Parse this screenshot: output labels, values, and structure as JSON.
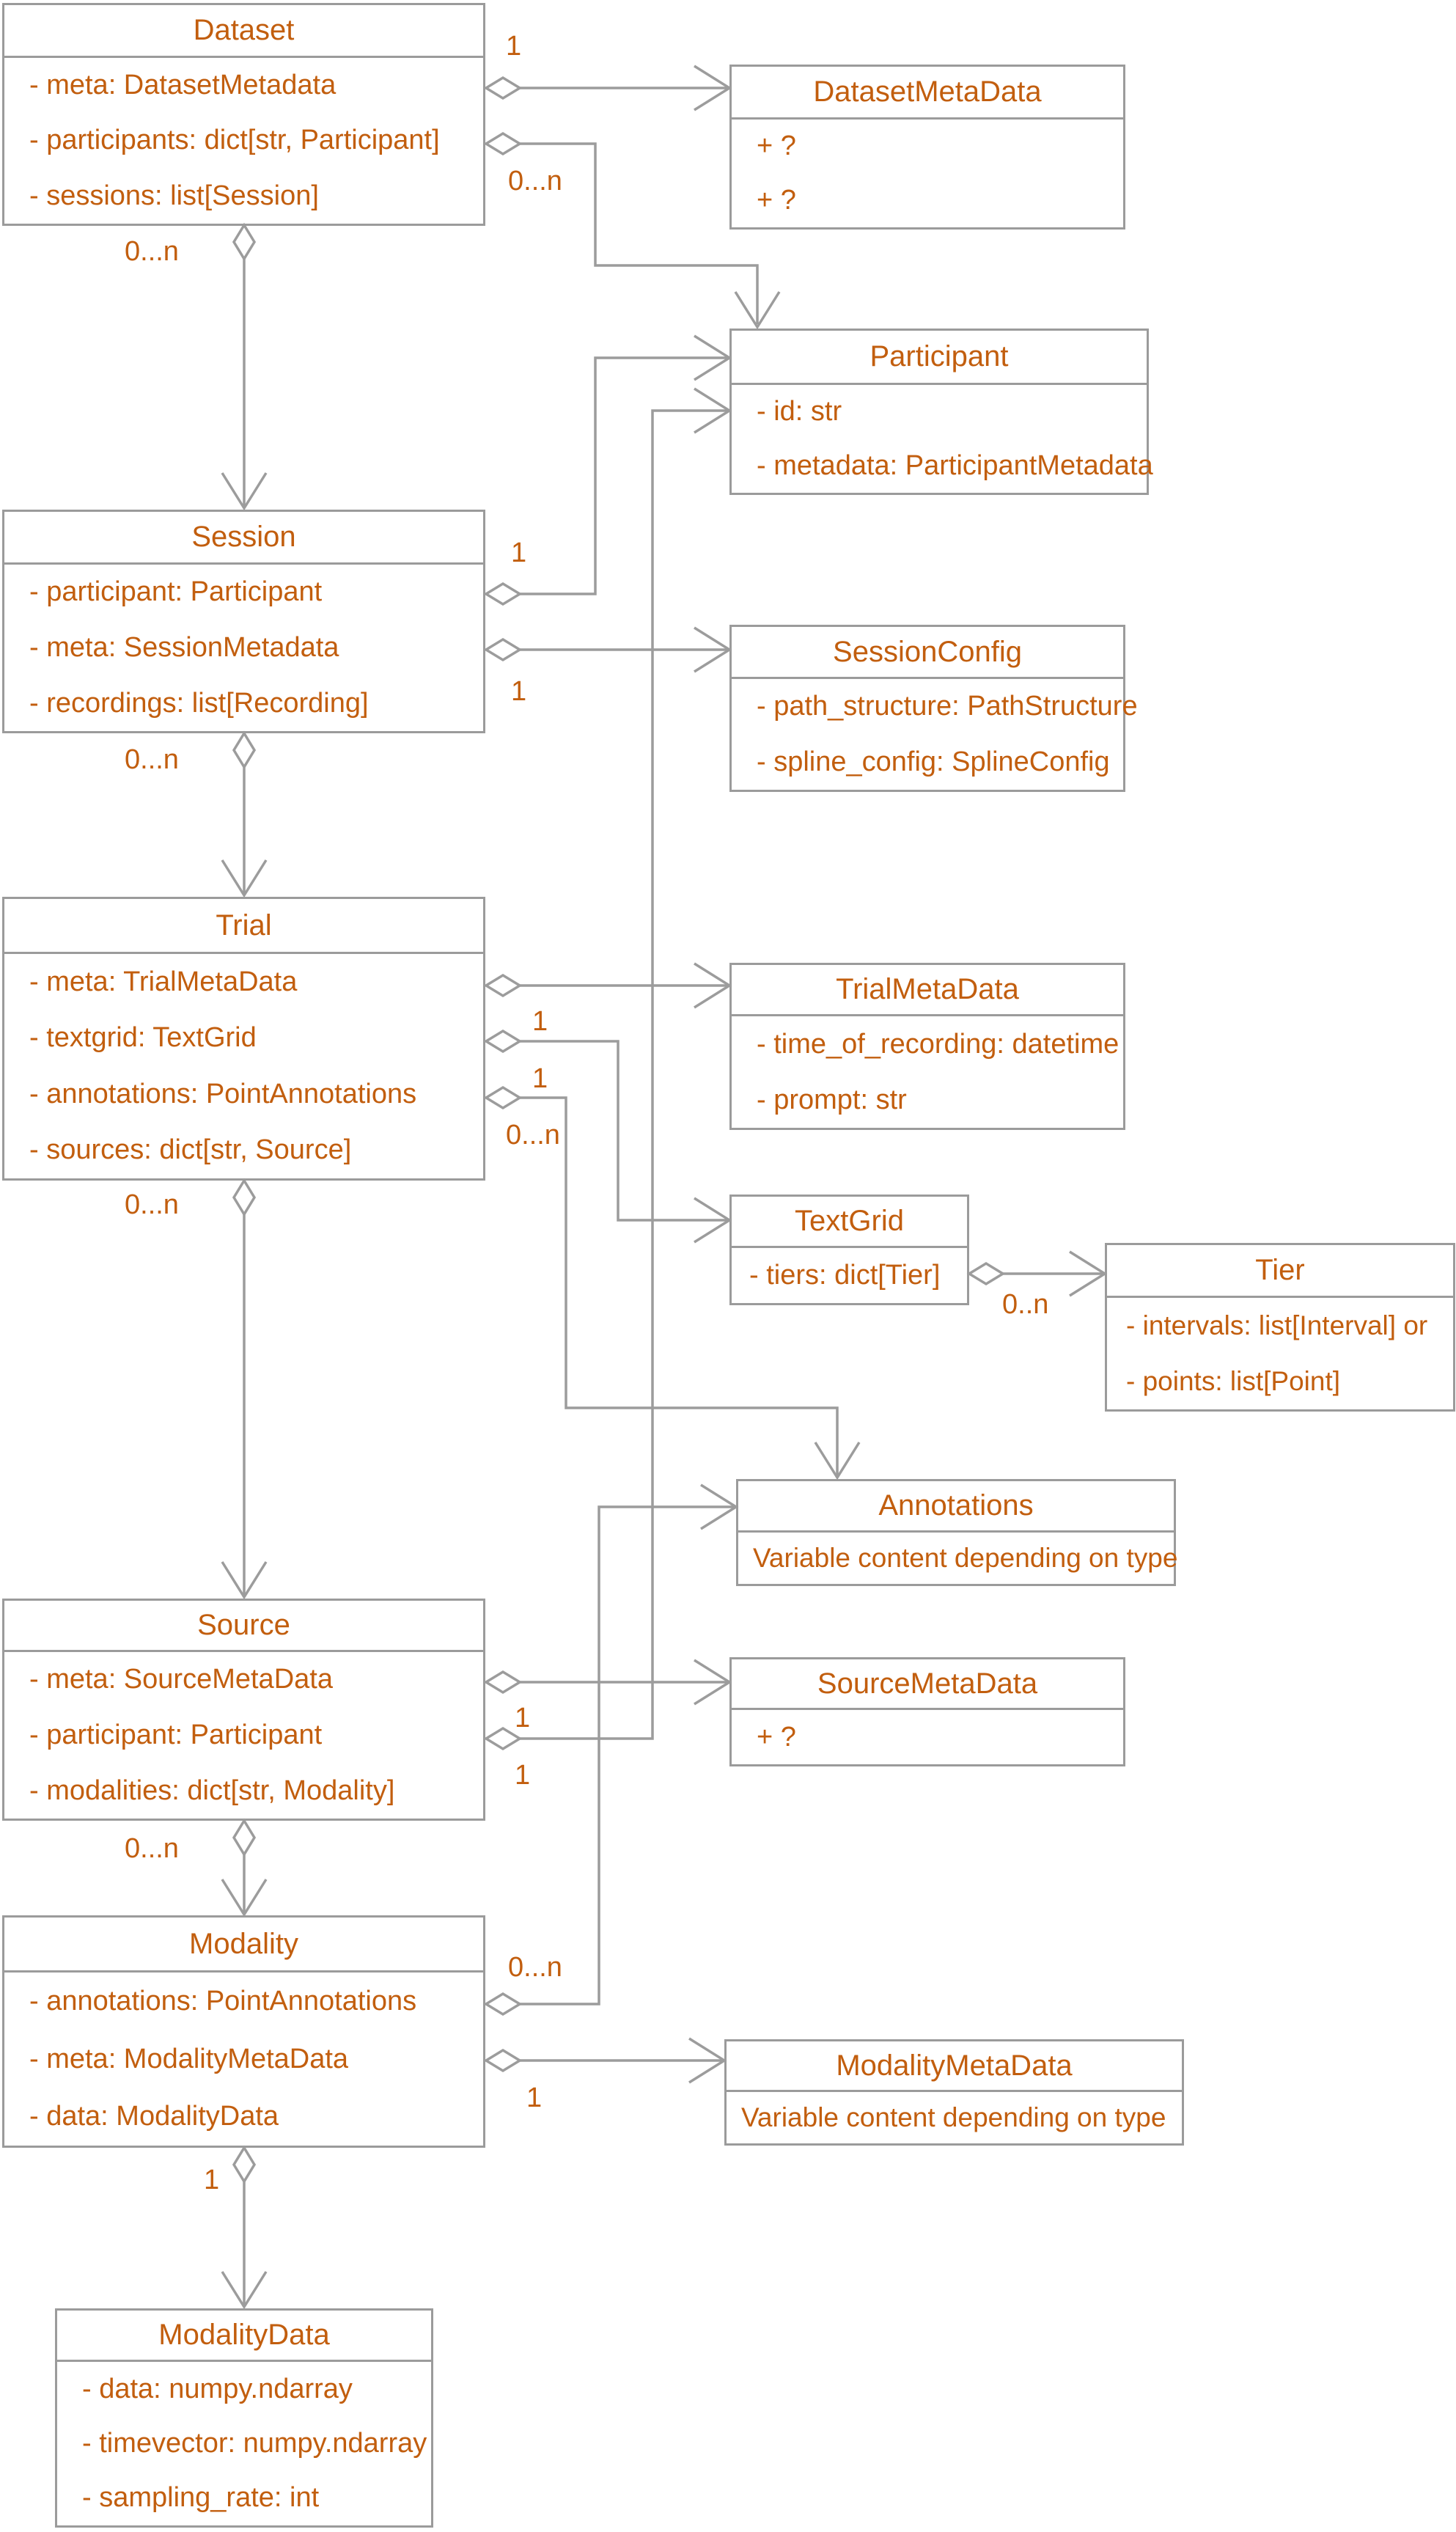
{
  "colors": {
    "class_text": "#C25E0E",
    "box_border": "#9B9B9B",
    "connector": "#9C9C9C",
    "background": "#FFFFFF"
  },
  "classes": {
    "dataset": {
      "title": "Dataset",
      "attrs": [
        "- meta: DatasetMetadata",
        "- participants: dict[str, Participant]",
        "- sessions: list[Session]"
      ]
    },
    "datasetMetaData": {
      "title": "DatasetMetaData",
      "attrs": [
        "+ ?",
        "+ ?"
      ]
    },
    "participant": {
      "title": "Participant",
      "attrs": [
        "- id: str",
        "- metadata: ParticipantMetadata"
      ]
    },
    "session": {
      "title": "Session",
      "attrs": [
        "- participant: Participant",
        "- meta: SessionMetadata",
        "- recordings: list[Recording]"
      ]
    },
    "sessionConfig": {
      "title": "SessionConfig",
      "attrs": [
        "- path_structure: PathStructure",
        "- spline_config: SplineConfig"
      ]
    },
    "trial": {
      "title": "Trial",
      "attrs": [
        "- meta: TrialMetaData",
        "- textgrid: TextGrid",
        "- annotations: PointAnnotations",
        "- sources: dict[str, Source]"
      ]
    },
    "trialMetaData": {
      "title": "TrialMetaData",
      "attrs": [
        "- time_of_recording: datetime",
        "- prompt: str"
      ]
    },
    "textGrid": {
      "title": "TextGrid",
      "attrs": [
        "- tiers: dict[Tier]"
      ]
    },
    "tier": {
      "title": "Tier",
      "attrs": [
        "- intervals: list[Interval] or",
        "- points: list[Point]"
      ]
    },
    "annotations": {
      "title": "Annotations",
      "attrs": [
        "Variable content depending on type"
      ]
    },
    "source": {
      "title": "Source",
      "attrs": [
        "- meta: SourceMetaData",
        "- participant: Participant",
        "- modalities: dict[str, Modality]"
      ]
    },
    "sourceMetaData": {
      "title": "SourceMetaData",
      "attrs": [
        "+ ?"
      ]
    },
    "modality": {
      "title": "Modality",
      "attrs": [
        "- annotations: PointAnnotations",
        "- meta: ModalityMetaData",
        "- data: ModalityData"
      ]
    },
    "modalityMetaData": {
      "title": "ModalityMetaData",
      "attrs": [
        "Variable content depending on type"
      ]
    },
    "modalityData": {
      "title": "ModalityData",
      "attrs": [
        "- data: numpy.ndarray",
        "- timevector: numpy.ndarray",
        "- sampling_rate: int"
      ]
    }
  },
  "multiplicities": {
    "dataset_meta": "1",
    "dataset_participants": "0...n",
    "dataset_sessions": "0...n",
    "session_participant": "1",
    "session_meta": "1",
    "session_recordings": "0...n",
    "trial_meta": "1",
    "trial_textgrid": "1",
    "trial_annotations": "0...n",
    "trial_sources": "0...n",
    "textgrid_tiers": "0..n",
    "source_meta": "1",
    "source_participant": "1",
    "source_modalities": "0...n",
    "modality_annotations": "0...n",
    "modality_meta": "1",
    "modality_data": "1"
  }
}
